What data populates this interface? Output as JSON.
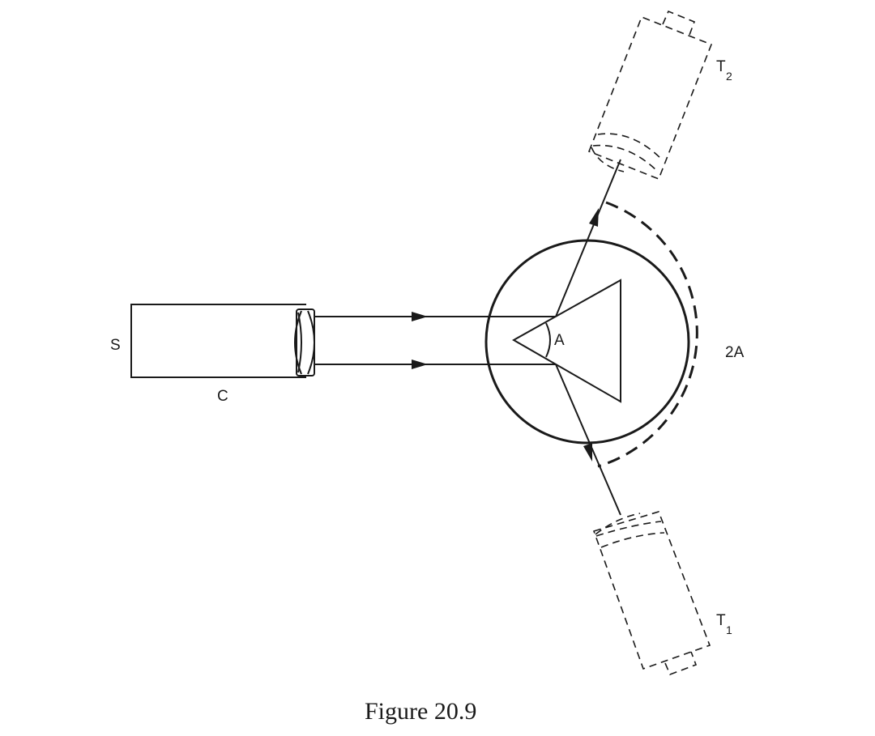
{
  "labels": {
    "source": "S",
    "collimator": "C",
    "prism_angle": "A",
    "deviation_angle": "2A",
    "telescope_1": "T",
    "telescope_1_sub": "1",
    "telescope_2": "T",
    "telescope_2_sub": "2"
  },
  "caption": "Figure 20.9"
}
